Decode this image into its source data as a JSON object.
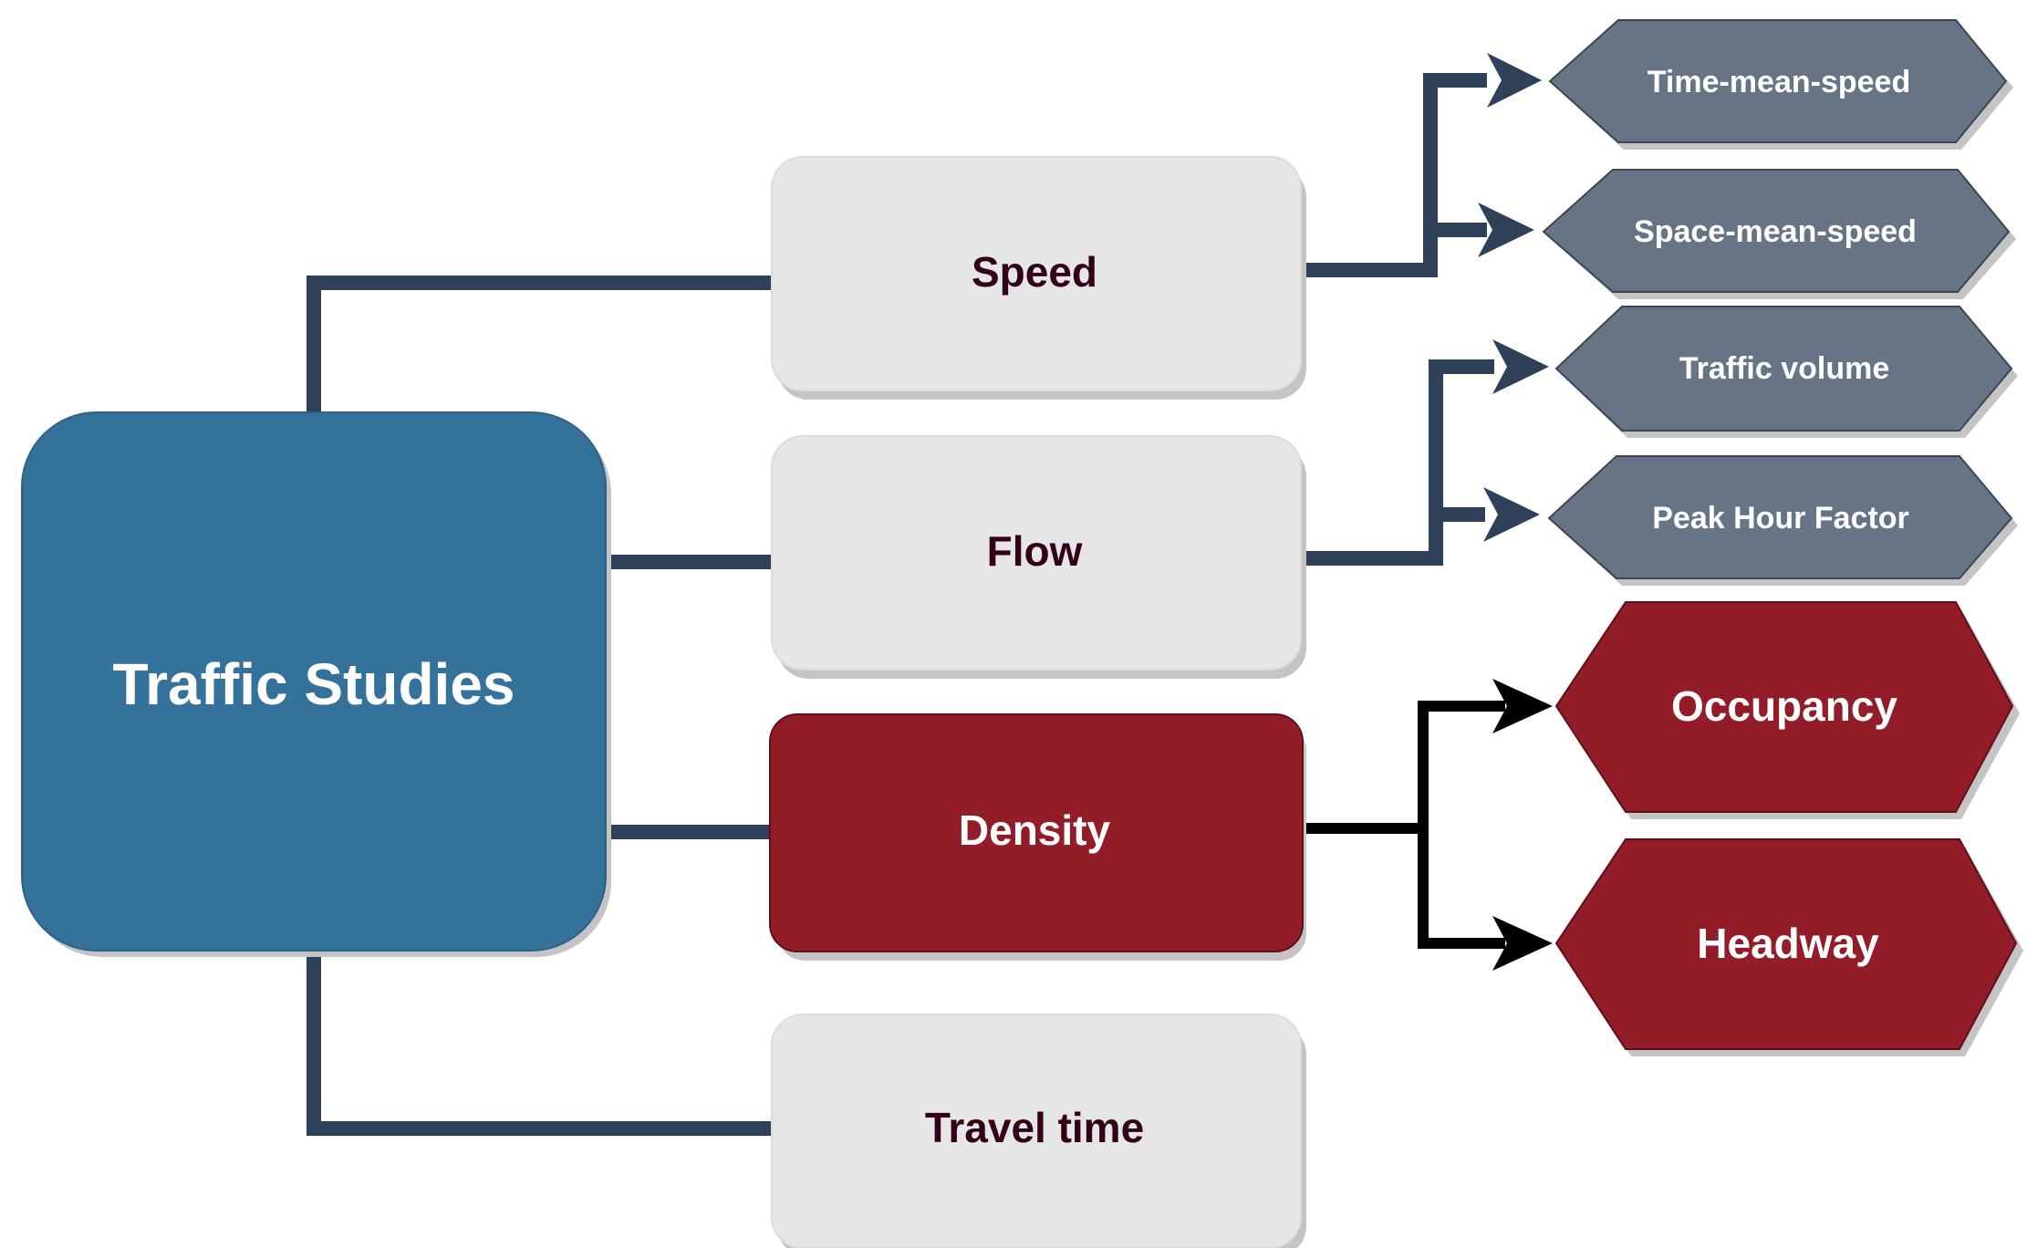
{
  "diagram": {
    "root": {
      "label": "Traffic Studies",
      "color": "#34729c"
    },
    "categories": [
      {
        "label": "Speed",
        "fill": "#e6e6e6",
        "text_color": "#33001a"
      },
      {
        "label": "Flow",
        "fill": "#e6e6e6",
        "text_color": "#33001a"
      },
      {
        "label": "Density",
        "fill": "#931c29",
        "text_color": "#ffffff"
      },
      {
        "label": "Travel time",
        "fill": "#e6e6e6",
        "text_color": "#33001a"
      }
    ],
    "leaves": [
      {
        "label": "Time-mean-speed",
        "parent": "Speed",
        "fill": "#667485"
      },
      {
        "label": "Space-mean-speed",
        "parent": "Speed",
        "fill": "#667485"
      },
      {
        "label": "Traffic volume",
        "parent": "Flow",
        "fill": "#667485"
      },
      {
        "label": "Peak Hour Factor",
        "parent": "Flow",
        "fill": "#667485"
      },
      {
        "label": "Occupancy",
        "parent": "Density",
        "fill": "#931c29"
      },
      {
        "label": "Headway",
        "parent": "Density",
        "fill": "#931c29"
      }
    ],
    "colors": {
      "connector": "#2e4158",
      "density_connector": "#000000",
      "shadow": "#c4c4c4"
    }
  }
}
